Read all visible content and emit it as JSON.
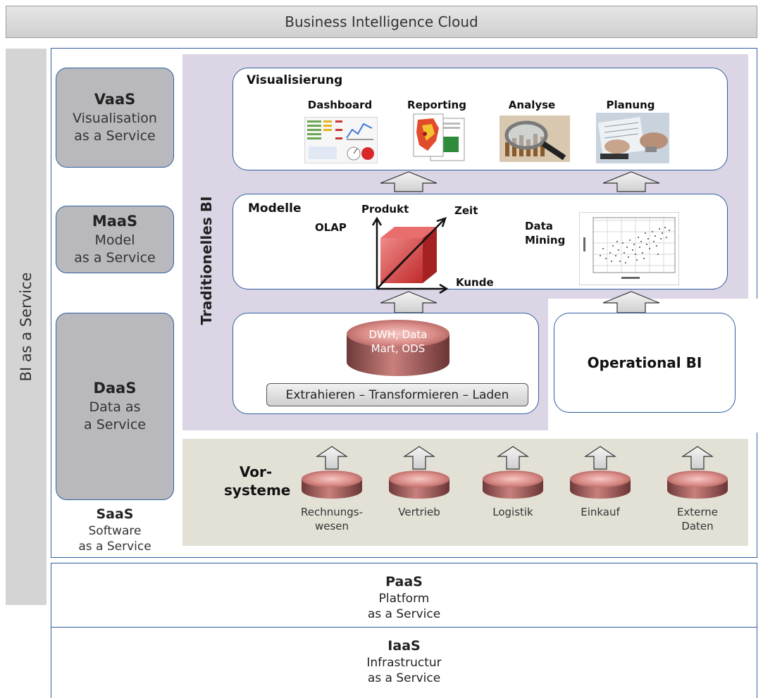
{
  "title": "Business Intelligence Cloud",
  "side_label": "BI as a Service",
  "services": {
    "vaas": {
      "abbr": "VaaS",
      "line1": "Visualisation",
      "line2": "as a Service"
    },
    "maas": {
      "abbr": "MaaS",
      "line1": "Model",
      "line2": "as a Service"
    },
    "daas": {
      "abbr": "DaaS",
      "line1": "Data as",
      "line2": "a Service"
    },
    "saas": {
      "abbr": "SaaS",
      "line1": "Software",
      "line2": "as a Service"
    },
    "paas": {
      "abbr": "PaaS",
      "line1": "Platform",
      "line2": "as a Service"
    },
    "iaas": {
      "abbr": "IaaS",
      "line1": "Infrastructur",
      "line2": "as a Service"
    }
  },
  "traditional_bi_label": "Traditionelles BI",
  "visualisierung": {
    "title": "Visualisierung",
    "items": [
      "Dashboard",
      "Reporting",
      "Analyse",
      "Planung"
    ]
  },
  "modelle": {
    "title": "Modelle",
    "olap": "OLAP",
    "axis_produkt": "Produkt",
    "axis_zeit": "Zeit",
    "axis_kunde": "Kunde",
    "data_mining_1": "Data",
    "data_mining_2": "Mining"
  },
  "dwh": {
    "line1": "DWH, Data",
    "line2": "Mart, ODS"
  },
  "etl": "Extrahieren – Transformieren – Laden",
  "operational_bi": "Operational BI",
  "vorsysteme": {
    "label_1": "Vor-",
    "label_2": "systeme",
    "sources": [
      {
        "line1": "Rechnungs-",
        "line2": "wesen"
      },
      {
        "line1": "Vertrieb",
        "line2": ""
      },
      {
        "line1": "Logistik",
        "line2": ""
      },
      {
        "line1": "Einkauf",
        "line2": ""
      },
      {
        "line1": "Externe",
        "line2": "Daten"
      }
    ]
  },
  "colors": {
    "border_blue": "#2f5e9e",
    "service_gray": "#b9b9bd",
    "trad_bg": "#dcd5e6",
    "vor_bg": "#e3e1d6",
    "disc_red": "#c56a6a"
  }
}
